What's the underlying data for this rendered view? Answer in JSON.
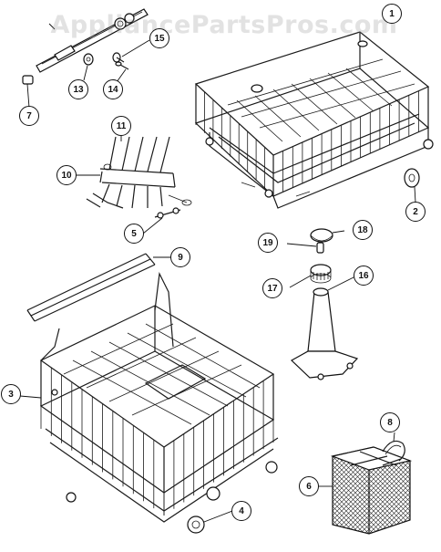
{
  "watermark": "AppliancePartsPros.com",
  "callouts": [
    "1",
    "2",
    "3",
    "4",
    "5",
    "6",
    "7",
    "8",
    "9",
    "10",
    "11",
    "13",
    "14",
    "15",
    "16",
    "17",
    "18",
    "19"
  ]
}
